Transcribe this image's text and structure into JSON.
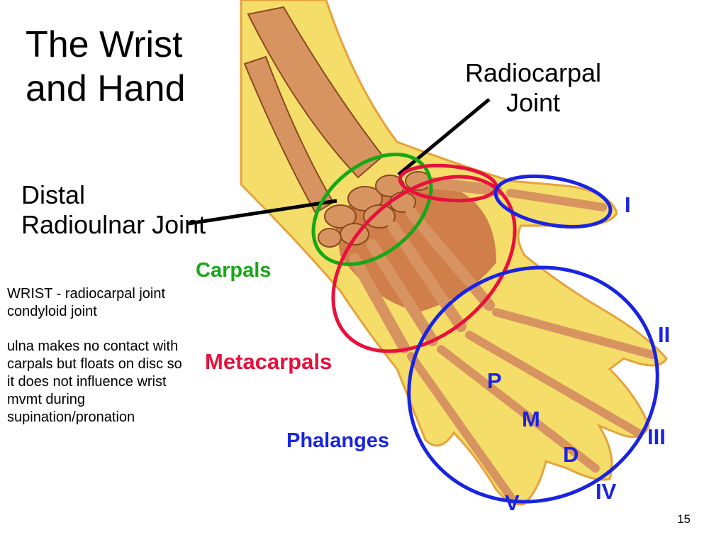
{
  "slide": {
    "title_line1": "The Wrist",
    "title_line2": "and Hand",
    "page_number": "15"
  },
  "labels": {
    "radiocarpal_line1": "Radiocarpal",
    "radiocarpal_line2": "Joint",
    "distal_line1": "Distal",
    "distal_line2": "Radioulnar Joint",
    "carpals": "Carpals",
    "metacarpals": "Metacarpals",
    "phalanges": "Phalanges",
    "proximal": "P",
    "middle": "M",
    "distal_phalanx": "D"
  },
  "digits": {
    "thumb": "I",
    "index": "II",
    "middle": "III",
    "ring": "IV",
    "little": "V"
  },
  "notes": {
    "line1": "WRIST - radiocarpal joint",
    "line2": "condyloid joint",
    "line3": "ulna makes no contact with",
    "line4": "carpals but floats on disc so",
    "line5": "it does not influence wrist",
    "line6": "mvmt during",
    "line7": "supination/pronation"
  },
  "colors": {
    "carpals_green": "#16a816",
    "metacarpals_red": "#e8103c",
    "phalanges_blue": "#1a24e0",
    "bone": "#d89460",
    "skin": "#f5dd6a",
    "muscle": "#b03030"
  }
}
